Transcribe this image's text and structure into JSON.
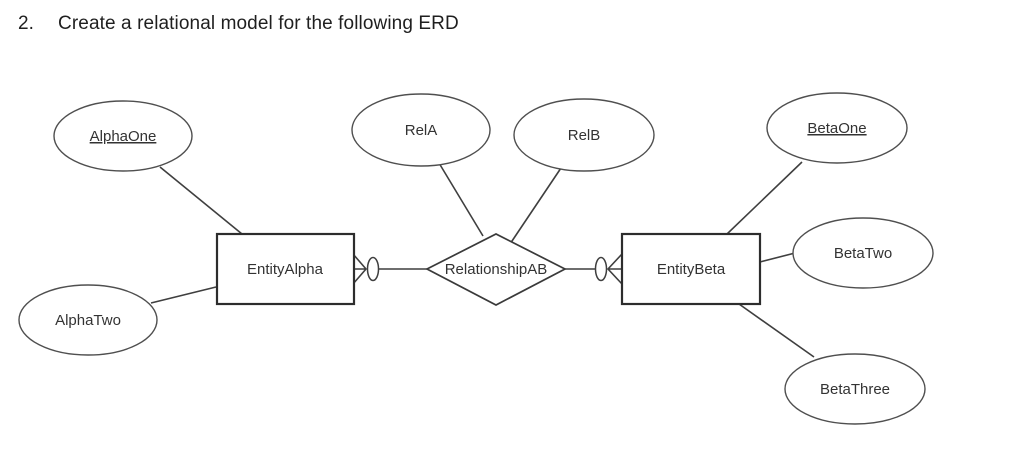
{
  "title": {
    "number": "2.",
    "text": "Create a relational model for the following ERD"
  },
  "diagram": {
    "type": "entity-relationship-diagram",
    "nodes": [
      {
        "label": "AlphaOne",
        "type": "attribute",
        "key": true,
        "attached_to": "EntityAlpha"
      },
      {
        "label": "AlphaTwo",
        "type": "attribute",
        "key": false,
        "attached_to": "EntityAlpha"
      },
      {
        "label": "EntityAlpha",
        "type": "entity"
      },
      {
        "label": "RelA",
        "type": "attribute",
        "key": false,
        "attached_to": "RelationshipAB"
      },
      {
        "label": "RelB",
        "type": "attribute",
        "key": false,
        "attached_to": "RelationshipAB"
      },
      {
        "label": "RelationshipAB",
        "type": "relationship"
      },
      {
        "label": "EntityBeta",
        "type": "entity"
      },
      {
        "label": "BetaOne",
        "type": "attribute",
        "key": true,
        "attached_to": "EntityBeta"
      },
      {
        "label": "BetaTwo",
        "type": "attribute",
        "key": false,
        "attached_to": "EntityBeta"
      },
      {
        "label": "BetaThree",
        "type": "attribute",
        "key": false,
        "attached_to": "EntityBeta"
      }
    ],
    "cardinality": {
      "entity_alpha_side": "zero or many (circle + crow's foot)",
      "entity_beta_side": "zero or many (circle + crow's foot)"
    },
    "colors": {
      "background": "#ffffff",
      "shape_stroke": "#4f4f4f",
      "entity_stroke": "#2d2d2d",
      "text": "#333333"
    }
  }
}
